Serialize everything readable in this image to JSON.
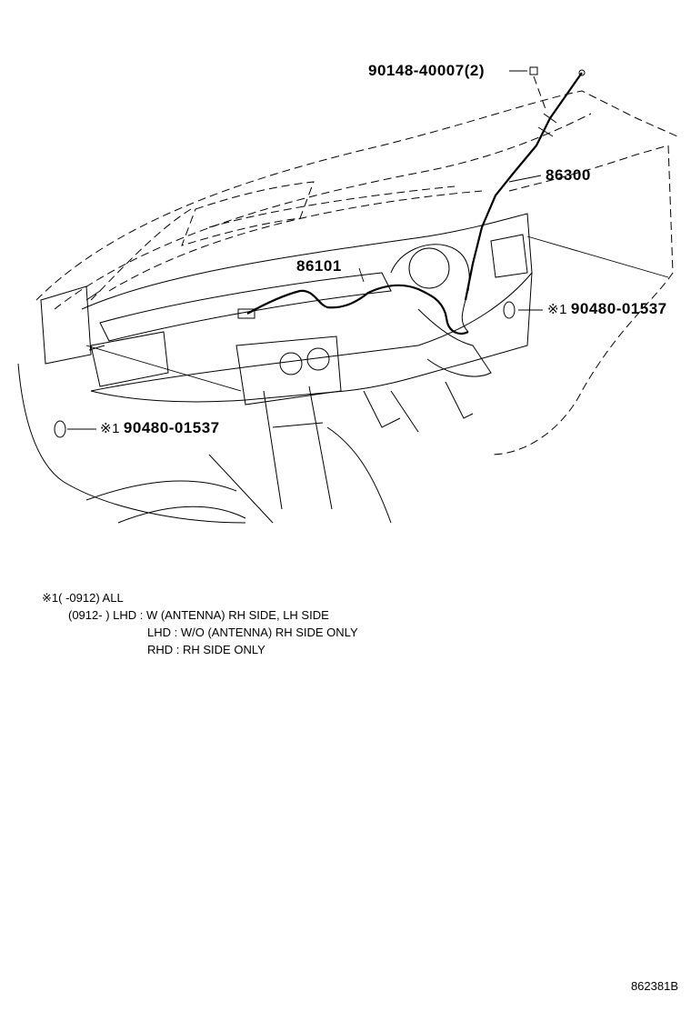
{
  "parts": {
    "bolt": {
      "number": "90148-40007",
      "qty": "(2)"
    },
    "antenna": {
      "number": "86300"
    },
    "cord": {
      "number": "86101"
    },
    "plug_right": {
      "mark": "※1",
      "number": "90480-01537"
    },
    "plug_left": {
      "mark": "※1",
      "number": "90480-01537"
    }
  },
  "notes": {
    "line1_mark": "※1",
    "line1_text": "(        -0912) ALL",
    "line2_text": "(0912-        ) LHD : W (ANTENNA) RH SIDE, LH SIDE",
    "line3_text": "LHD : W/O (ANTENNA) RH SIDE ONLY",
    "line4_text": "RHD : RH SIDE ONLY"
  },
  "figure_id": "862381B"
}
